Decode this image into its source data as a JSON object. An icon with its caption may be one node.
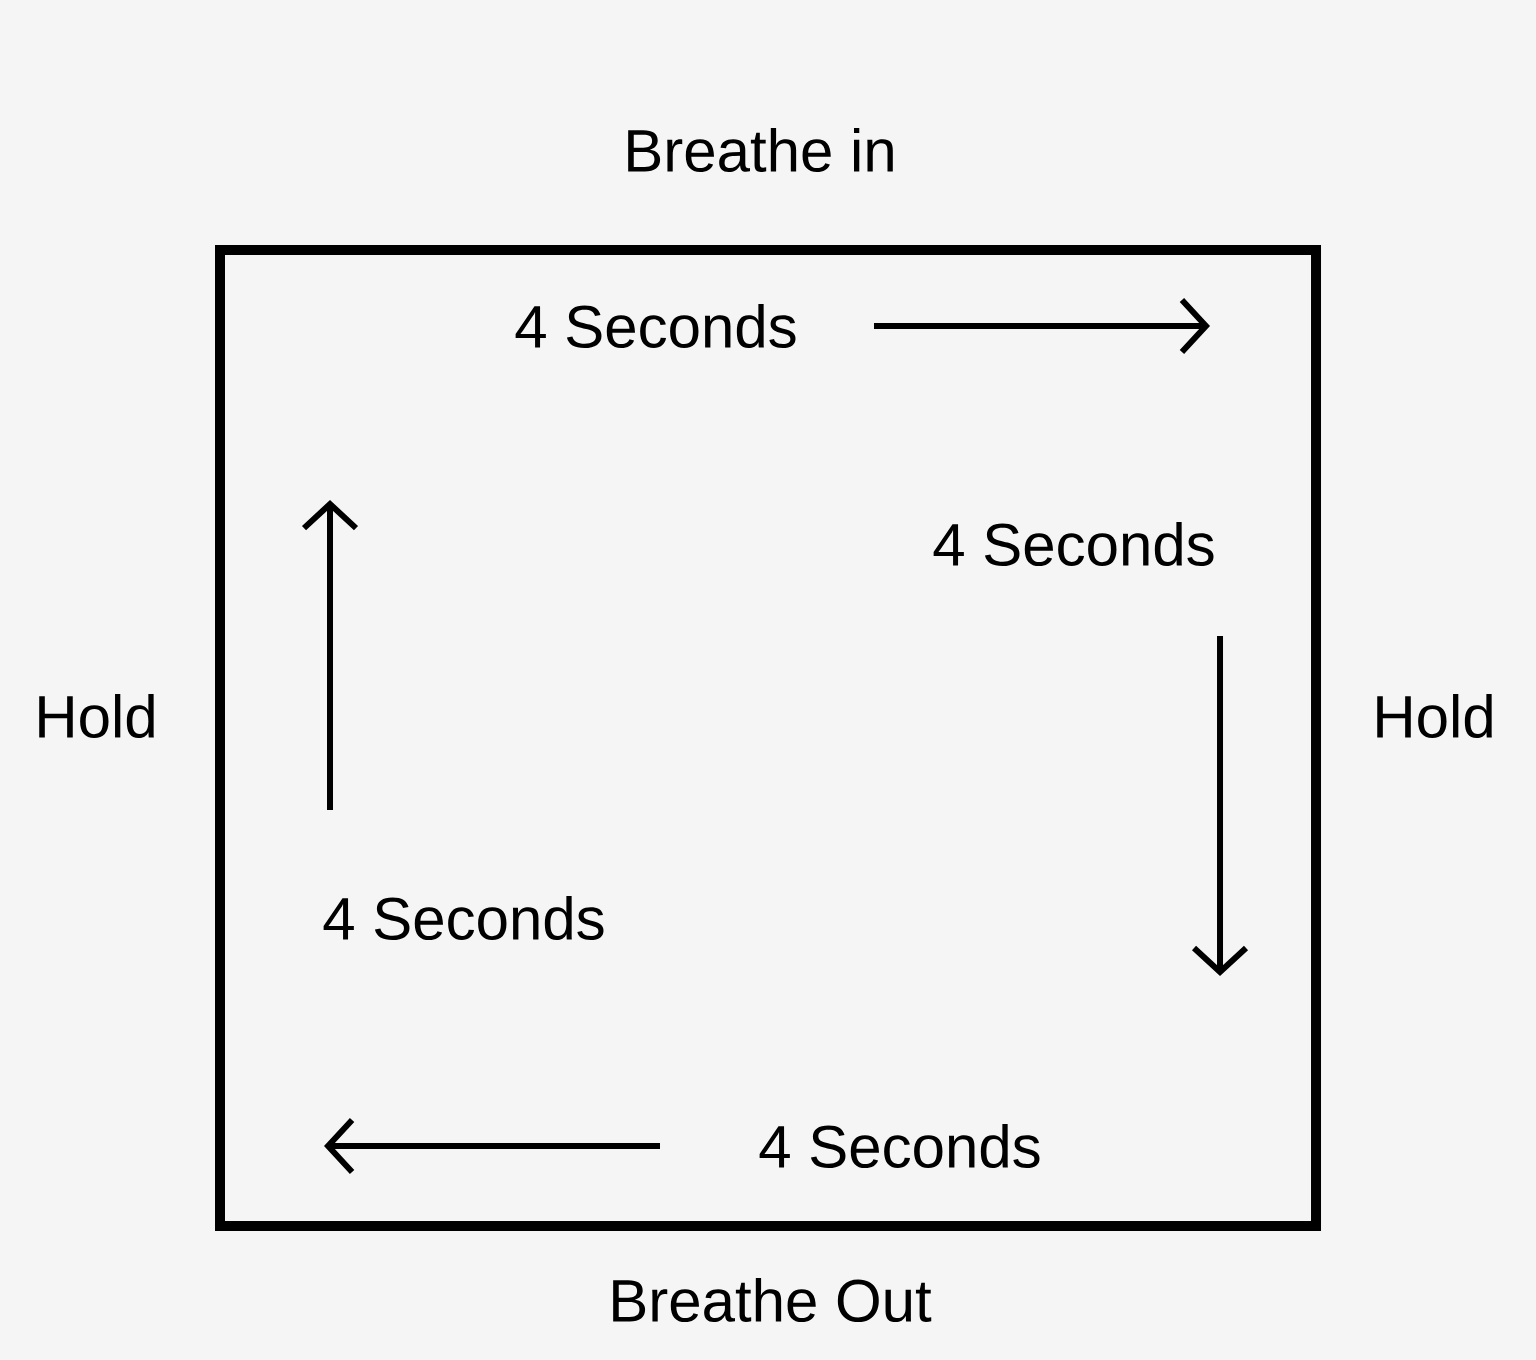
{
  "diagram": {
    "nodes": [
      {
        "text": [],
        "shape": "box",
        "beside": [
          "Breathe in",
          "Hold",
          "Hold",
          "Breathe Out"
        ]
      }
    ],
    "edges": [],
    "labels": [
      "4 Seconds",
      "4 Seconds",
      "4 Seconds",
      "4 Seconds"
    ]
  }
}
